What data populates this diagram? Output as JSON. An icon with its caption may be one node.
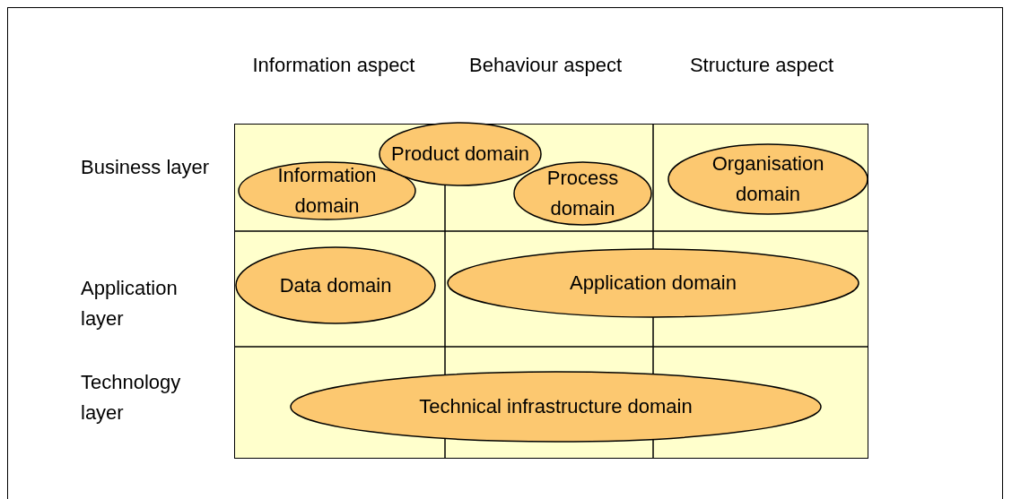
{
  "diagram": {
    "nodes": [
      {
        "text": [
          "Product domain"
        ]
      },
      {
        "text": [
          "Information domain"
        ]
      },
      {
        "text": [
          "Process domain"
        ]
      },
      {
        "text": [
          "Organisation domain"
        ]
      },
      {
        "text": [
          "Data domain"
        ]
      },
      {
        "text": [
          "Application domain"
        ]
      },
      {
        "text": [
          "Technical infrastructure domain"
        ]
      }
    ],
    "labels": [
      "Information aspect",
      "Behaviour aspect",
      "Structure aspect",
      "Business layer",
      "Application layer",
      "Technology layer"
    ]
  }
}
